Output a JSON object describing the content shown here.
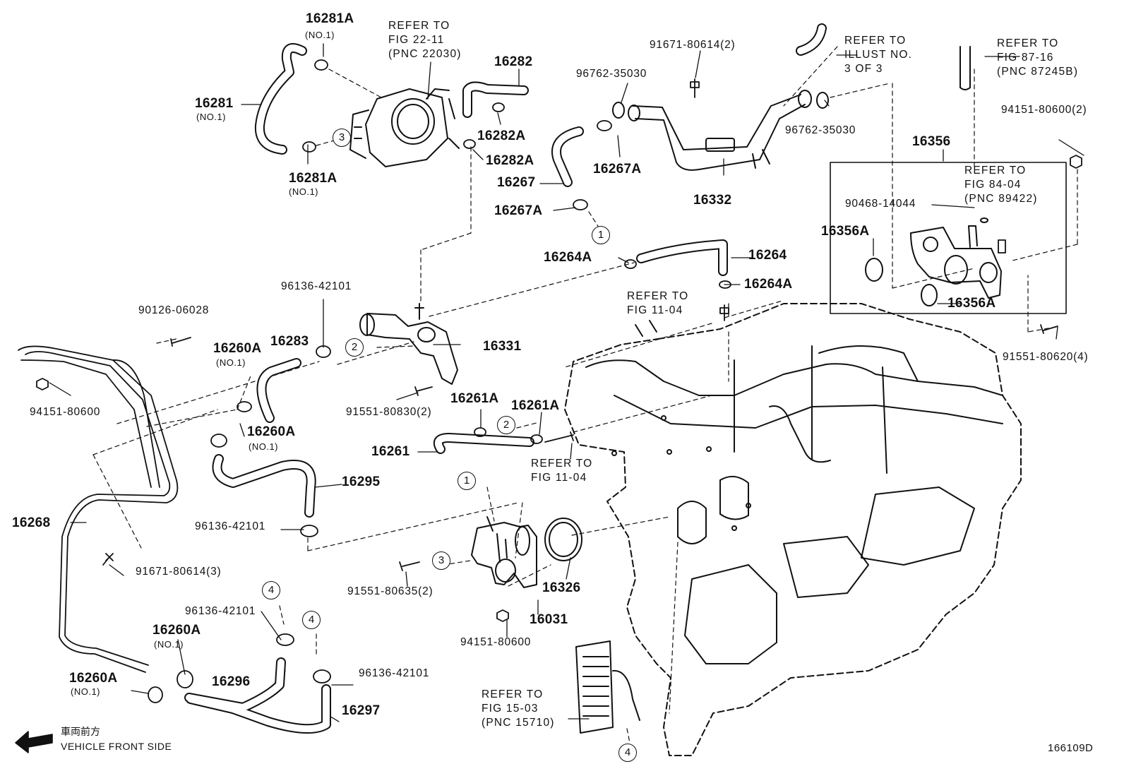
{
  "diagram_id": "166109D",
  "orientation": {
    "japanese": "車両前方",
    "english": "VEHICLE FRONT SIDE"
  },
  "labels": {
    "p16281A_top": "16281A",
    "no1_a": "(NO.1)",
    "p16281": "16281",
    "no1_b": "(NO.1)",
    "p16281A_bot": "16281A",
    "no1_c": "(NO.1)",
    "ref_22_11": "REFER TO\nFIG 22-11\n(PNC 22030)",
    "p16282": "16282",
    "p16282A_1": "16282A",
    "p16282A_2": "16282A",
    "p96762_a": "96762-35030",
    "p91671_top": "91671-80614(2)",
    "ref_illust": "REFER TO\nILLUST NO.\n3 OF 3",
    "ref_87_16": "REFER TO\nFIG 87-16\n(PNC 87245B)",
    "p16267A_1": "16267A",
    "p96762_b": "96762-35030",
    "p94151_a": "94151-80600(2)",
    "p16267": "16267",
    "p16332": "16332",
    "p16356": "16356",
    "p16267A_2": "16267A",
    "ref_84_04": "REFER TO\nFIG 84-04\n(PNC 89422)",
    "p90468": "90468-14044",
    "p16356A_1": "16356A",
    "p16264A_1": "16264A",
    "p16264": "16264",
    "p16264A_2": "16264A",
    "p16356A_2": "16356A",
    "p96136_a": "96136-42101",
    "ref_11_04a": "REFER TO\nFIG 11-04",
    "p90126": "90126-06028",
    "p16260A_1": "16260A",
    "no1_d": "(NO.1)",
    "p16283": "16283",
    "p16331": "16331",
    "p91551_a": "91551-80620(4)",
    "p94151_b": "94151-80600",
    "p91551_b": "91551-80830(2)",
    "p16261A_1": "16261A",
    "p16261A_2": "16261A",
    "p16260A_2": "16260A",
    "no1_e": "(NO.1)",
    "p16261": "16261",
    "ref_11_04b": "REFER TO\nFIG 11-04",
    "p16295": "16295",
    "p16268": "16268",
    "p96136_b": "96136-42101",
    "p91671_b": "91671-80614(3)",
    "p91551_c": "91551-80635(2)",
    "p16326": "16326",
    "p96136_c": "96136-42101",
    "p16031": "16031",
    "p16260A_3": "16260A",
    "no1_f": "(NO.1)",
    "p94151_c": "94151-80600",
    "p16296": "16296",
    "p96136_d": "96136-42101",
    "p16260A_4": "16260A",
    "no1_g": "(NO.1)",
    "ref_15_03": "REFER TO\nFIG 15-03\n(PNC 15710)",
    "p16297": "16297"
  },
  "markers": [
    "3",
    "1",
    "2",
    "2",
    "1",
    "3",
    "4",
    "4",
    "4"
  ]
}
